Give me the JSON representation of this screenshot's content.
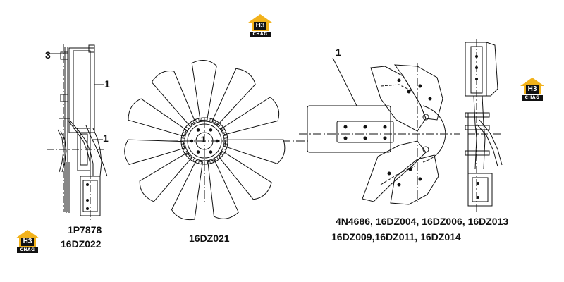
{
  "logos": [
    {
      "mark": "H3",
      "word": "CHAG"
    },
    {
      "mark": "H3",
      "word": "CHAG"
    },
    {
      "mark": "H3",
      "word": "CHAG"
    }
  ],
  "left_assembly": {
    "callouts": [
      "3",
      "1",
      "1"
    ],
    "part_numbers": [
      "1P7878",
      "16DZ022"
    ]
  },
  "fan": {
    "callouts": [
      "1"
    ],
    "part_numbers": [
      "16DZ021"
    ]
  },
  "right_assembly": {
    "callouts": [
      "1"
    ],
    "part_numbers": [
      "4N4686, 16DZ004, 16DZ006, 16DZ013",
      "16DZ009,16DZ011, 16DZ014"
    ]
  }
}
